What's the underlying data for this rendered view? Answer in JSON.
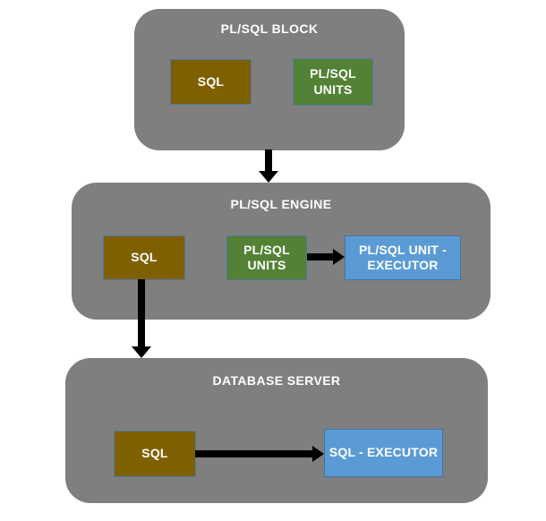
{
  "diagram": {
    "type": "flow-diagram",
    "subject": "PL/SQL execution architecture",
    "colors": {
      "background": "#ffffff",
      "container_fill": "#7f7f7f",
      "sql_fill": "#7f6000",
      "plsql_units_fill": "#538135",
      "executor_fill": "#5b9bd5",
      "box_border": "#4e7ba6",
      "executor_border": "#4472a4",
      "arrow": "#000000",
      "text": "#ffffff"
    },
    "containers": [
      {
        "title": "PL/SQL BLOCK",
        "boxes": [
          {
            "label": "SQL"
          },
          {
            "label": "PL/SQL UNITS"
          }
        ]
      },
      {
        "title": "PL/SQL ENGINE",
        "boxes": [
          {
            "label": "SQL"
          },
          {
            "label": "PL/SQL UNITS"
          },
          {
            "label": "PL/SQL UNIT - EXECUTOR"
          }
        ]
      },
      {
        "title": "DATABASE SERVER",
        "boxes": [
          {
            "label": "SQL"
          },
          {
            "label": "SQL - EXECUTOR"
          }
        ]
      }
    ],
    "arrows": [
      {
        "from": "PL/SQL BLOCK",
        "to": "PL/SQL ENGINE",
        "direction": "down"
      },
      {
        "from": "PL/SQL UNITS (engine)",
        "to": "PL/SQL UNIT - EXECUTOR",
        "direction": "right"
      },
      {
        "from": "SQL (engine)",
        "to": "DATABASE SERVER",
        "direction": "down"
      },
      {
        "from": "SQL (database server)",
        "to": "SQL - EXECUTOR",
        "direction": "right"
      }
    ]
  }
}
